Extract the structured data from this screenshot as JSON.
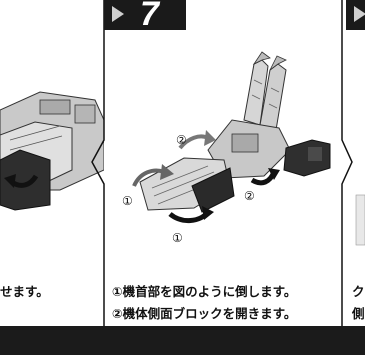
{
  "steps": {
    "main": {
      "number": "7",
      "callouts": {
        "c1": "①",
        "c2": "②"
      },
      "caption": [
        "①機首部を図のように倒します。",
        "②機体側面ブロックを開きます。"
      ]
    },
    "prev": {
      "caption_fragment": "せます。"
    },
    "next": {
      "caption_fragments": [
        "ク",
        "側"
      ]
    }
  },
  "colors": {
    "bar": "#1b1b1b",
    "tab": "#1a1a1a",
    "arrow": "#cfcfcf"
  }
}
